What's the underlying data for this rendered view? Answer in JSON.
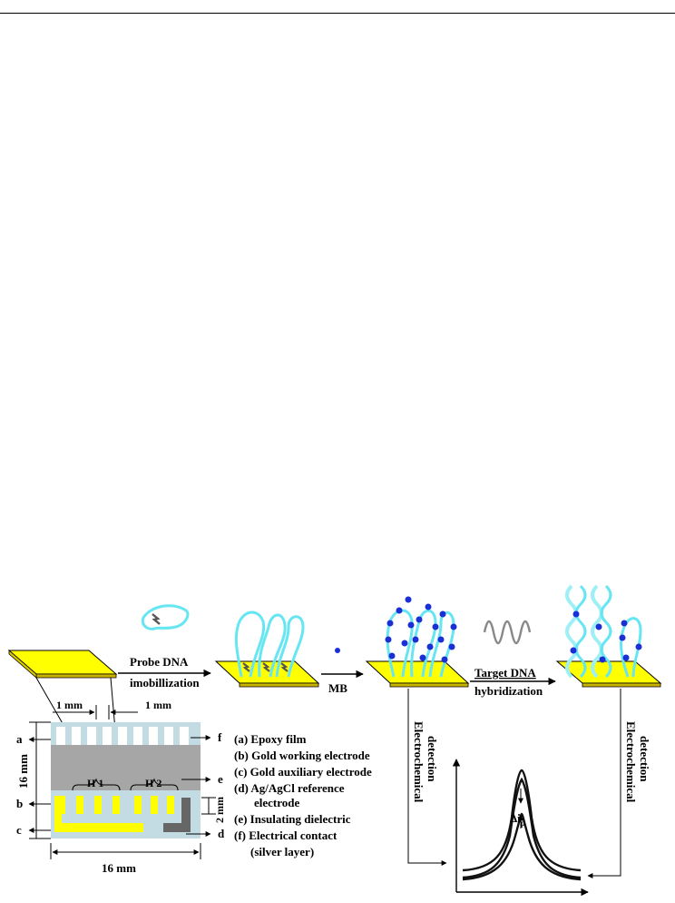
{
  "steps": {
    "probe_line1": "Probe DNA",
    "probe_line2": "imobillization",
    "mb": "MB",
    "target_line1": "Target DNA",
    "target_line2": "hybridization",
    "detect_left_1": "Electrochemical",
    "detect_left_2": "detection",
    "detect_right_1": "Electrochemical",
    "detect_right_2": "detection"
  },
  "electrode": {
    "dim_1mm_left": "1 mm",
    "dim_1mm_right": "1 mm",
    "dim_height": "16 mm",
    "dim_width": "16 mm",
    "dim_2mm": "2 mm",
    "h1": "H 1",
    "h2": "H 2",
    "markers": {
      "a": "a",
      "b": "b",
      "c": "c",
      "d": "d",
      "e": "e",
      "f": "f"
    }
  },
  "legend": [
    "(a) Epoxy film",
    "(b) Gold working electrode",
    "(c) Gold auxiliary electrode",
    "(d) Ag/AgCl reference",
    "electrode",
    "(e) Insulating dielectric",
    "(f)  Electrical contact",
    "(silver   layer)"
  ],
  "voltammogram": {
    "delta_label": "Δi",
    "delta_sub": "p"
  },
  "colors": {
    "gold": "#ffff00",
    "gold_edge": "#c8b400",
    "probe": "#66e6f2",
    "mb": "#1a2fd6",
    "epoxy": "#c3dbe2",
    "dielectric": "#a6a6a6",
    "silver": "#666666"
  }
}
